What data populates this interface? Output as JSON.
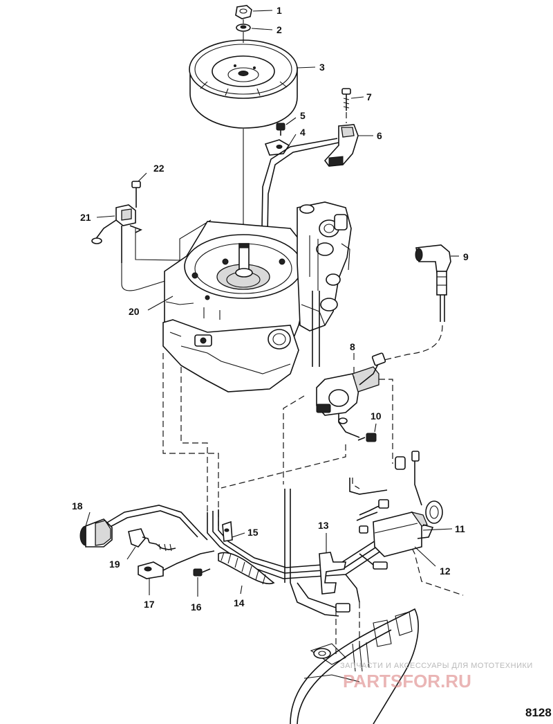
{
  "callouts": [
    {
      "id": "1",
      "text": "1"
    },
    {
      "id": "2",
      "text": "2"
    },
    {
      "id": "3",
      "text": "3"
    },
    {
      "id": "4",
      "text": "4"
    },
    {
      "id": "5",
      "text": "5"
    },
    {
      "id": "6",
      "text": "6"
    },
    {
      "id": "7",
      "text": "7"
    },
    {
      "id": "8",
      "text": "8"
    },
    {
      "id": "9",
      "text": "9"
    },
    {
      "id": "10",
      "text": "10"
    },
    {
      "id": "11",
      "text": "11"
    },
    {
      "id": "12",
      "text": "12"
    },
    {
      "id": "13",
      "text": "13"
    },
    {
      "id": "14",
      "text": "14"
    },
    {
      "id": "15",
      "text": "15"
    },
    {
      "id": "16",
      "text": "16"
    },
    {
      "id": "17",
      "text": "17"
    },
    {
      "id": "18",
      "text": "18"
    },
    {
      "id": "19",
      "text": "19"
    },
    {
      "id": "20",
      "text": "20"
    },
    {
      "id": "21",
      "text": "21"
    },
    {
      "id": "22",
      "text": "22"
    }
  ],
  "drawing_number": "8128",
  "watermark": {
    "tagline": "ЗАПЧАСТИ И АКСЕССУАРЫ ДЛЯ МОТОТЕХНИКИ",
    "logo": "PARTSFOR.RU"
  }
}
